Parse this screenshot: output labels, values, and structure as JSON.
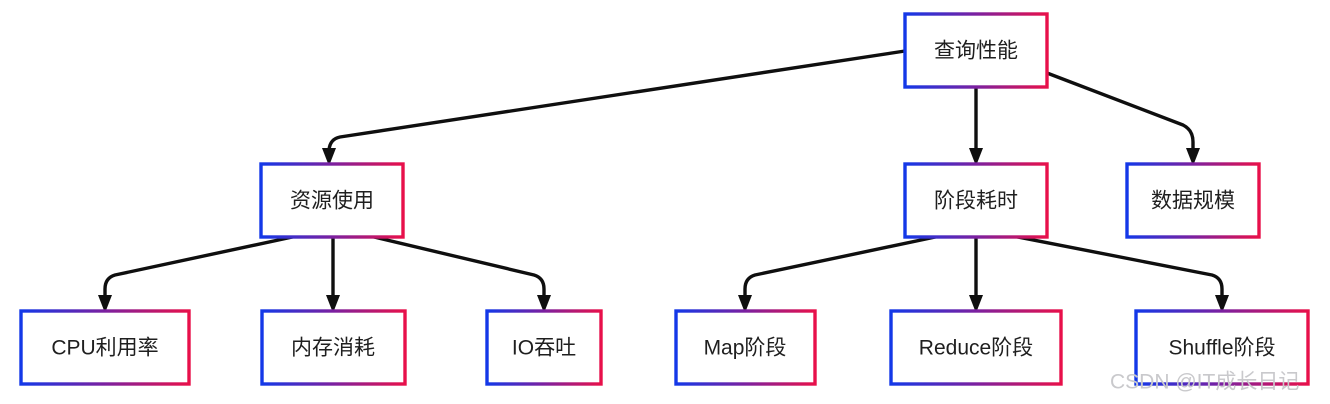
{
  "diagram": {
    "type": "tree",
    "orientation": "top-down",
    "background_color": "#ffffff",
    "node_border_gradient": {
      "from": "#1338e8",
      "to": "#e8104a",
      "direction": "left-to-right"
    },
    "edge_color": "#0f0f0f",
    "text_color": "#1f1f1f",
    "root": {
      "id": "query-performance",
      "label": "查询性能"
    },
    "level2": [
      {
        "id": "resource-usage",
        "label": "资源使用"
      },
      {
        "id": "stage-duration",
        "label": "阶段耗时"
      },
      {
        "id": "data-scale",
        "label": "数据规模"
      }
    ],
    "level3_resource": [
      {
        "id": "cpu-utilization",
        "label": "CPU利用率"
      },
      {
        "id": "memory-consumption",
        "label": "内存消耗"
      },
      {
        "id": "io-throughput",
        "label": "IO吞吐"
      }
    ],
    "level3_stage": [
      {
        "id": "map-stage",
        "label": "Map阶段"
      },
      {
        "id": "reduce-stage",
        "label": "Reduce阶段"
      },
      {
        "id": "shuffle-stage",
        "label": "Shuffle阶段"
      }
    ],
    "edges": [
      {
        "from": "查询性能",
        "to": "资源使用"
      },
      {
        "from": "查询性能",
        "to": "阶段耗时"
      },
      {
        "from": "查询性能",
        "to": "数据规模"
      },
      {
        "from": "资源使用",
        "to": "CPU利用率"
      },
      {
        "from": "资源使用",
        "to": "内存消耗"
      },
      {
        "from": "资源使用",
        "to": "IO吞吐"
      },
      {
        "from": "阶段耗时",
        "to": "Map阶段"
      },
      {
        "from": "阶段耗时",
        "to": "Reduce阶段"
      },
      {
        "from": "阶段耗时",
        "to": "Shuffle阶段"
      }
    ]
  },
  "watermark": {
    "text": "CSDN @IT成长日记",
    "color": "#c9c9cc"
  }
}
